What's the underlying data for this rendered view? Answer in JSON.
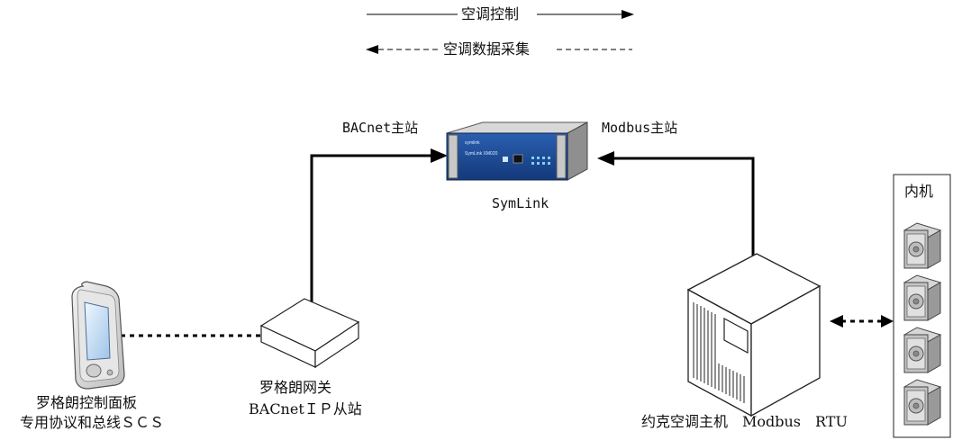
{
  "legend": {
    "control_label": "空调控制",
    "collect_label": "空调数据采集"
  },
  "devices": {
    "symlink": {
      "name": "SymLink",
      "bacnet_master": "BACnet主站",
      "modbus_master": "Modbus主站",
      "faceplate_brand": "symlink",
      "faceplate_model": "SymLink XM020"
    },
    "panel": {
      "line1": "罗格朗控制面板",
      "line2": "专用协议和总线ＳＣＳ"
    },
    "gateway": {
      "line1": "罗格朗网关",
      "line2": "BACnetＩＰ从站"
    },
    "york": {
      "label": "约克空调主机　Modbus　RTU"
    },
    "indoor": {
      "title": "内机",
      "unit_count": 4
    }
  }
}
